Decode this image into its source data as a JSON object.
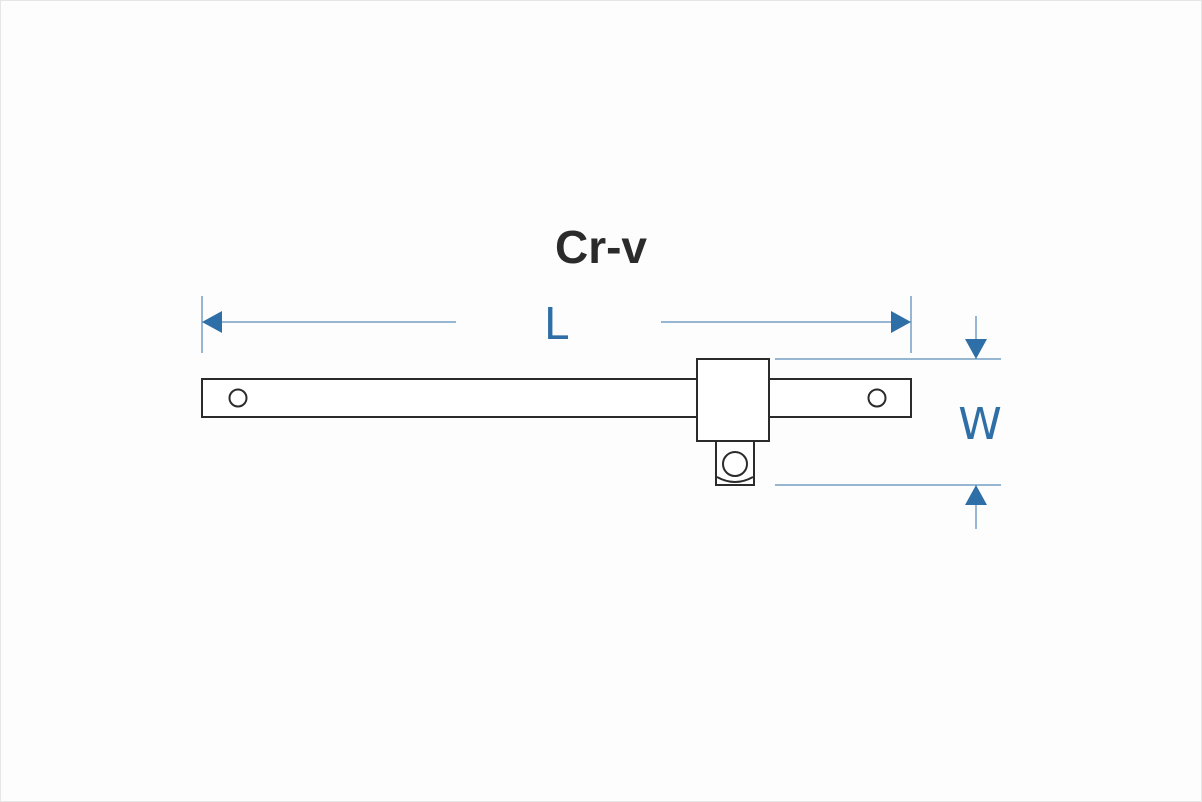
{
  "title": "Cr-v",
  "dimensions": {
    "length_label": "L",
    "width_label": "W"
  },
  "colors": {
    "dimension": "#2f6fa7",
    "outline": "#2b2b2b"
  }
}
